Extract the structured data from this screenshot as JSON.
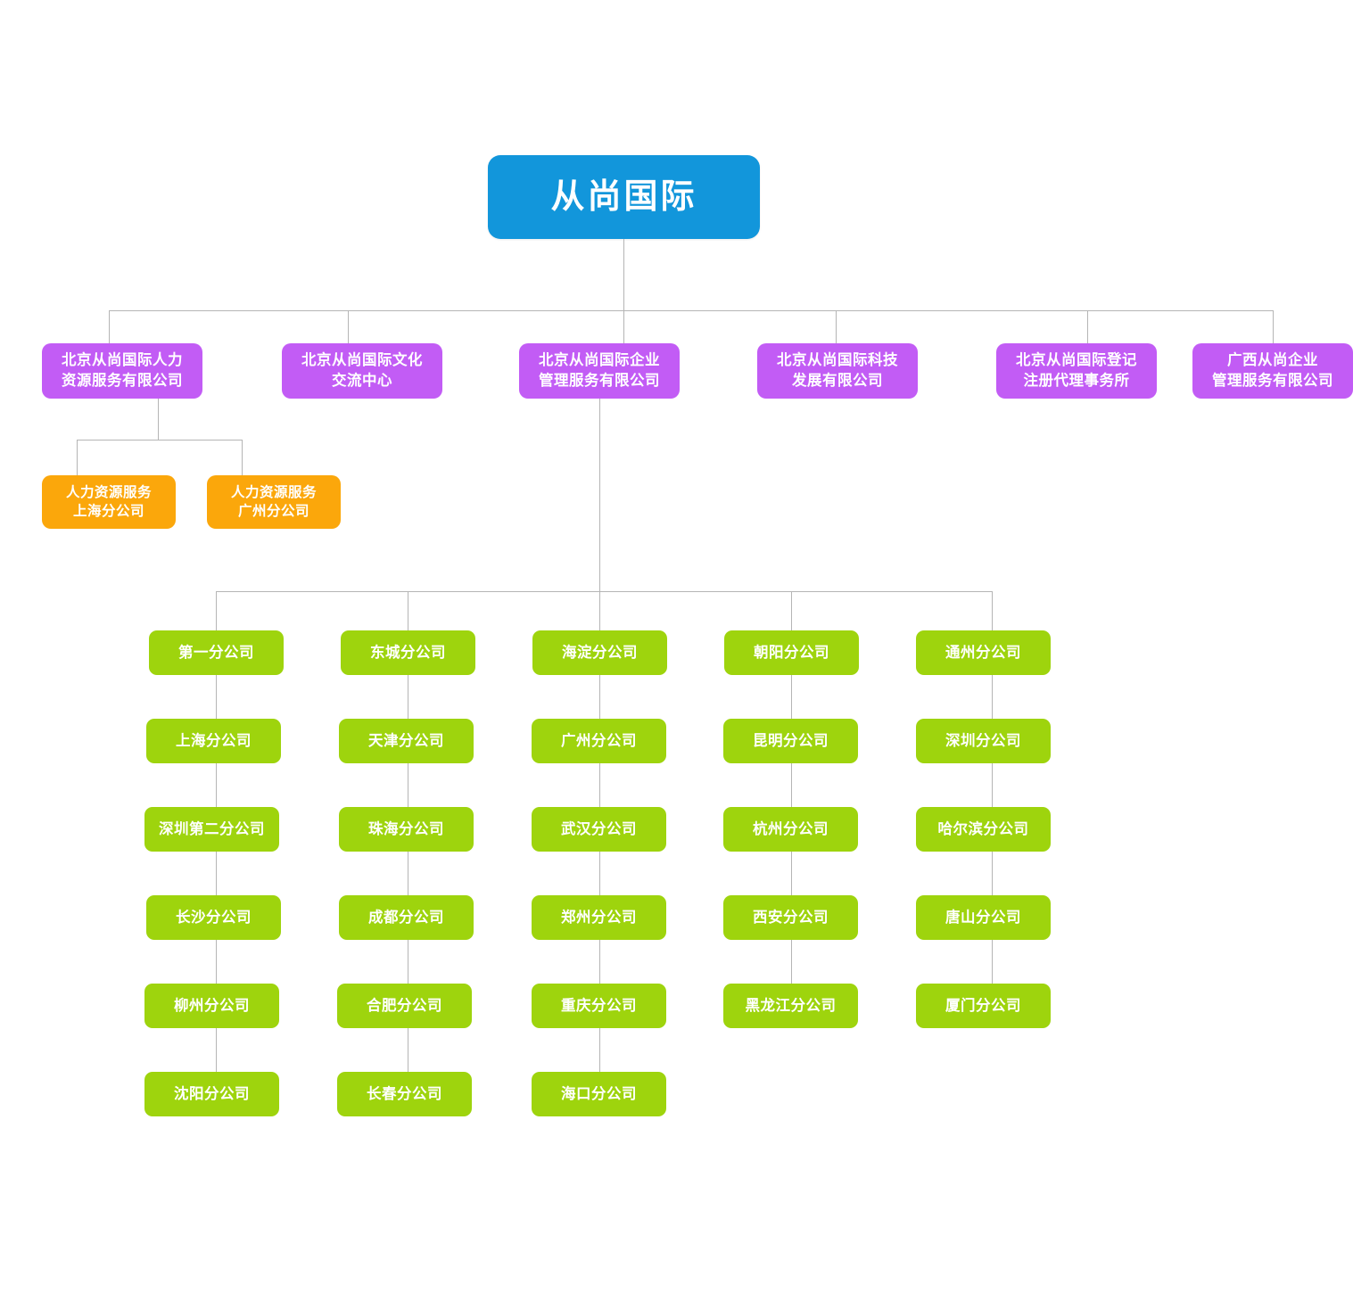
{
  "diagram": {
    "title": "从尚国际",
    "type": "organization-chart",
    "colors": {
      "root": "#1296db",
      "level2": "#c25cf5",
      "level3": "#fba70b",
      "branch": "#9ed40d",
      "connector": "#b5b5b5",
      "background": "#ffffff",
      "text": "#ffffff"
    }
  },
  "root": {
    "label": "从尚国际"
  },
  "subsidiaries": [
    {
      "label": "北京从尚国际人力\n资源服务有限公司"
    },
    {
      "label": "北京从尚国际文化\n交流中心"
    },
    {
      "label": "北京从尚国际企业\n管理服务有限公司"
    },
    {
      "label": "北京从尚国际科技\n发展有限公司"
    },
    {
      "label": "北京从尚国际登记\n注册代理事务所"
    },
    {
      "label": "广西从尚企业\n管理服务有限公司"
    }
  ],
  "hr_branches": [
    {
      "label": "人力资源服务\n上海分公司"
    },
    {
      "label": "人力资源服务\n广州分公司"
    }
  ],
  "enterprise_branch_columns": [
    {
      "column": 1,
      "items": [
        {
          "label": "第一分公司"
        },
        {
          "label": "上海分公司"
        },
        {
          "label": "深圳第二分公司"
        },
        {
          "label": "长沙分公司"
        },
        {
          "label": "柳州分公司"
        },
        {
          "label": "沈阳分公司"
        }
      ]
    },
    {
      "column": 2,
      "items": [
        {
          "label": "东城分公司"
        },
        {
          "label": "天津分公司"
        },
        {
          "label": "珠海分公司"
        },
        {
          "label": "成都分公司"
        },
        {
          "label": "合肥分公司"
        },
        {
          "label": "长春分公司"
        }
      ]
    },
    {
      "column": 3,
      "items": [
        {
          "label": "海淀分公司"
        },
        {
          "label": "广州分公司"
        },
        {
          "label": "武汉分公司"
        },
        {
          "label": "郑州分公司"
        },
        {
          "label": "重庆分公司"
        },
        {
          "label": "海口分公司"
        }
      ]
    },
    {
      "column": 4,
      "items": [
        {
          "label": "朝阳分公司"
        },
        {
          "label": "昆明分公司"
        },
        {
          "label": "杭州分公司"
        },
        {
          "label": "西安分公司"
        },
        {
          "label": "黑龙江分公司"
        }
      ]
    },
    {
      "column": 5,
      "items": [
        {
          "label": "通州分公司"
        },
        {
          "label": "深圳分公司"
        },
        {
          "label": "哈尔滨分公司"
        },
        {
          "label": "唐山分公司"
        },
        {
          "label": "厦门分公司"
        }
      ]
    }
  ]
}
